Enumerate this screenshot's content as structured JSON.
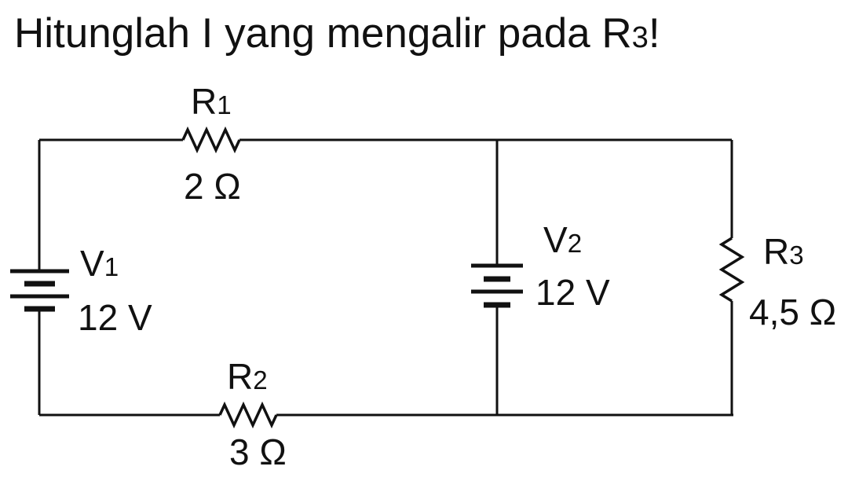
{
  "title": {
    "prefix": "Hitunglah I yang mengalir pada R",
    "sub": "3",
    "suffix": "!"
  },
  "components": {
    "r1": {
      "label": "R",
      "sub": "1",
      "value": "2 Ω"
    },
    "r2": {
      "label": "R",
      "sub": "2",
      "value": "3 Ω"
    },
    "r3": {
      "label": "R",
      "sub": "3",
      "value": "4,5 Ω"
    },
    "v1": {
      "label": "V",
      "sub": "1",
      "value": "12 V"
    },
    "v2": {
      "label": "V",
      "sub": "2",
      "value": "12 V"
    }
  },
  "colors": {
    "ink": "#111111",
    "background": "#ffffff"
  }
}
